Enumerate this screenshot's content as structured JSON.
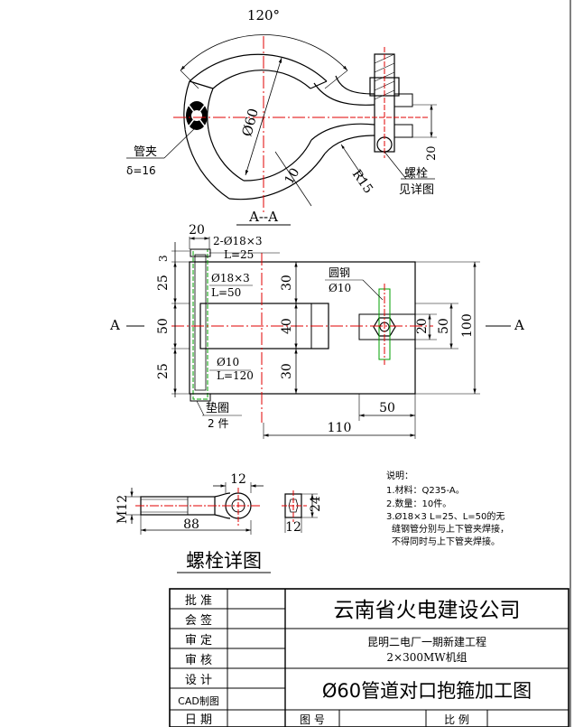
{
  "section_view": {
    "angle_label": "120°",
    "diameter_label": "Ø60",
    "thickness_label": "10",
    "radius_label": "R15",
    "gap_label": "20",
    "clamp_label": "管夹",
    "clamp_thickness": "δ=16",
    "bolt_label": "螺栓",
    "bolt_ref": "见详图",
    "section_title": "A--A"
  },
  "plan_view": {
    "top_dim_20": "20",
    "pipe_top_label": "2-Ø18×3",
    "pipe_top_length": "L=25",
    "pipe_mid_label": "Ø18×3",
    "pipe_mid_length": "L=50",
    "pipe_bot_label": "Ø10",
    "pipe_bot_length": "L=120",
    "rod_label": "圆钢",
    "rod_size": "Ø10",
    "washer_label": "垫圈",
    "washer_count": "2 件",
    "section_mark": "A",
    "dim_25_top": "25",
    "dim_3": "3",
    "dim_50": "50",
    "dim_25_bot": "25",
    "dim_30_top": "30",
    "dim_40": "40",
    "dim_30_bot": "30",
    "dim_20_right": "20",
    "dim_50_right": "50",
    "dim_100": "100",
    "dim_50_bottom": "50",
    "dim_110": "110"
  },
  "bolt_detail": {
    "dim_12_top": "12",
    "dim_m12": "M12",
    "dim_88": "88",
    "dim_24": "24",
    "dim_12_nut": "12",
    "title": "螺栓详图"
  },
  "notes": {
    "heading": "说明：",
    "lines": [
      "1.材料：Q235-A。",
      "2.数量：10件。",
      "3.Ø18×3 L=25、L=50的无",
      "缝钢管分别与上下管夹焊接，",
      "不得同时与上下管夹焊接。"
    ]
  },
  "title_block": {
    "row_labels": [
      "批  准",
      "会  签",
      "审  定",
      "审  核",
      "设  计",
      "CAD制图",
      "日  期"
    ],
    "company": "云南省火电建设公司",
    "project": "昆明二电厂一期新建工程",
    "unit": "2×300MW机组",
    "drawing_title": "Ø60管道对口抱箍加工图",
    "drawing_no_label": "图  号",
    "scale_label": "比  例"
  }
}
